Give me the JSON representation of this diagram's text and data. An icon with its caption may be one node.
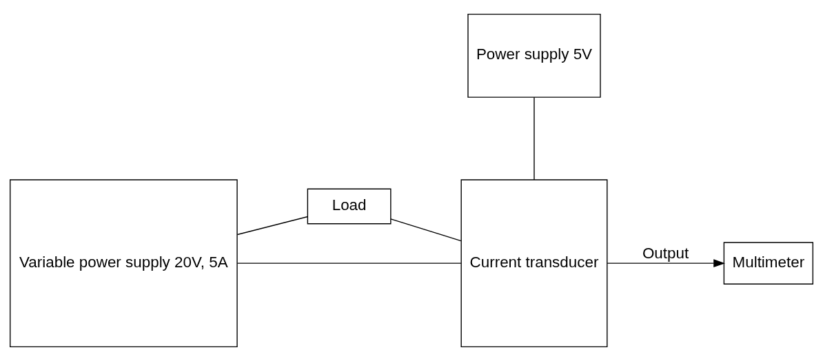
{
  "diagram": {
    "nodes": [
      {
        "text": [
          "Variable power supply 20V, 5A"
        ]
      },
      {
        "text": [
          "Load"
        ]
      },
      {
        "text": [
          "Power supply 5V"
        ]
      },
      {
        "text": [
          "Current transducer"
        ]
      },
      {
        "text": [
          "Multimeter"
        ]
      }
    ],
    "edges": [
      {
        "from": 0,
        "to": 1,
        "arrow": "none"
      },
      {
        "from": 1,
        "to": 3,
        "arrow": "none"
      },
      {
        "from": 0,
        "to": 3,
        "arrow": "none"
      },
      {
        "from": 2,
        "to": 3,
        "arrow": "none"
      },
      {
        "from": 3,
        "to": 4,
        "arrow": "to",
        "label": "Output"
      }
    ]
  }
}
